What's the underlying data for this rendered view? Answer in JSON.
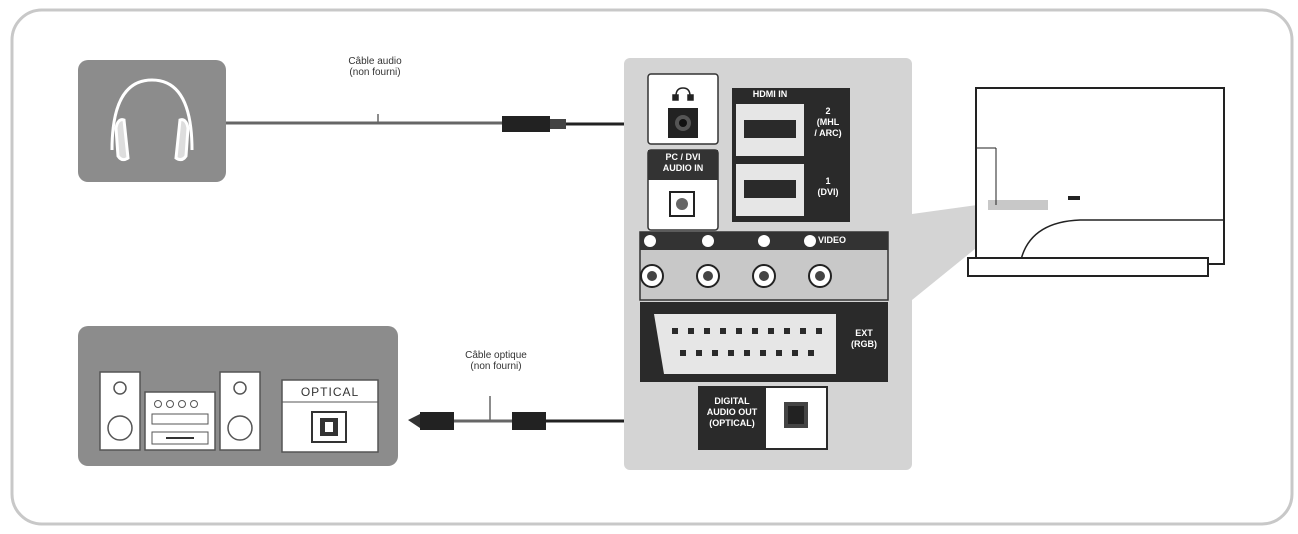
{
  "labels": {
    "audio_cable": "Câble audio\n(non fourni)",
    "optical_cable": "Câble optique\n(non fourni)",
    "optical_device": "OPTICAL",
    "hdmi_in": "HDMI IN",
    "hdmi_2": "2\n(MHL\n/ ARC)",
    "hdmi_1": "1\n(DVI)",
    "pc_dvi_audio_in": "PC / DVI\nAUDIO IN",
    "video": "VIDEO",
    "ext_rgb": "EXT\n(RGB)",
    "digital_audio_out": "DIGITAL\nAUDIO OUT\n(OPTICAL)"
  },
  "icons": {
    "headphones": "headphones-icon",
    "headphone_jack": "headphone-jack-icon",
    "hifi_system": "stereo-system-icon",
    "tv": "tv-icon"
  },
  "colors": {
    "frame": "#c8c8c8",
    "device_box": "#8c8c8c",
    "panel_bg": "#d4d4d4",
    "panel_dark": "#222222",
    "cable": "#555555"
  }
}
